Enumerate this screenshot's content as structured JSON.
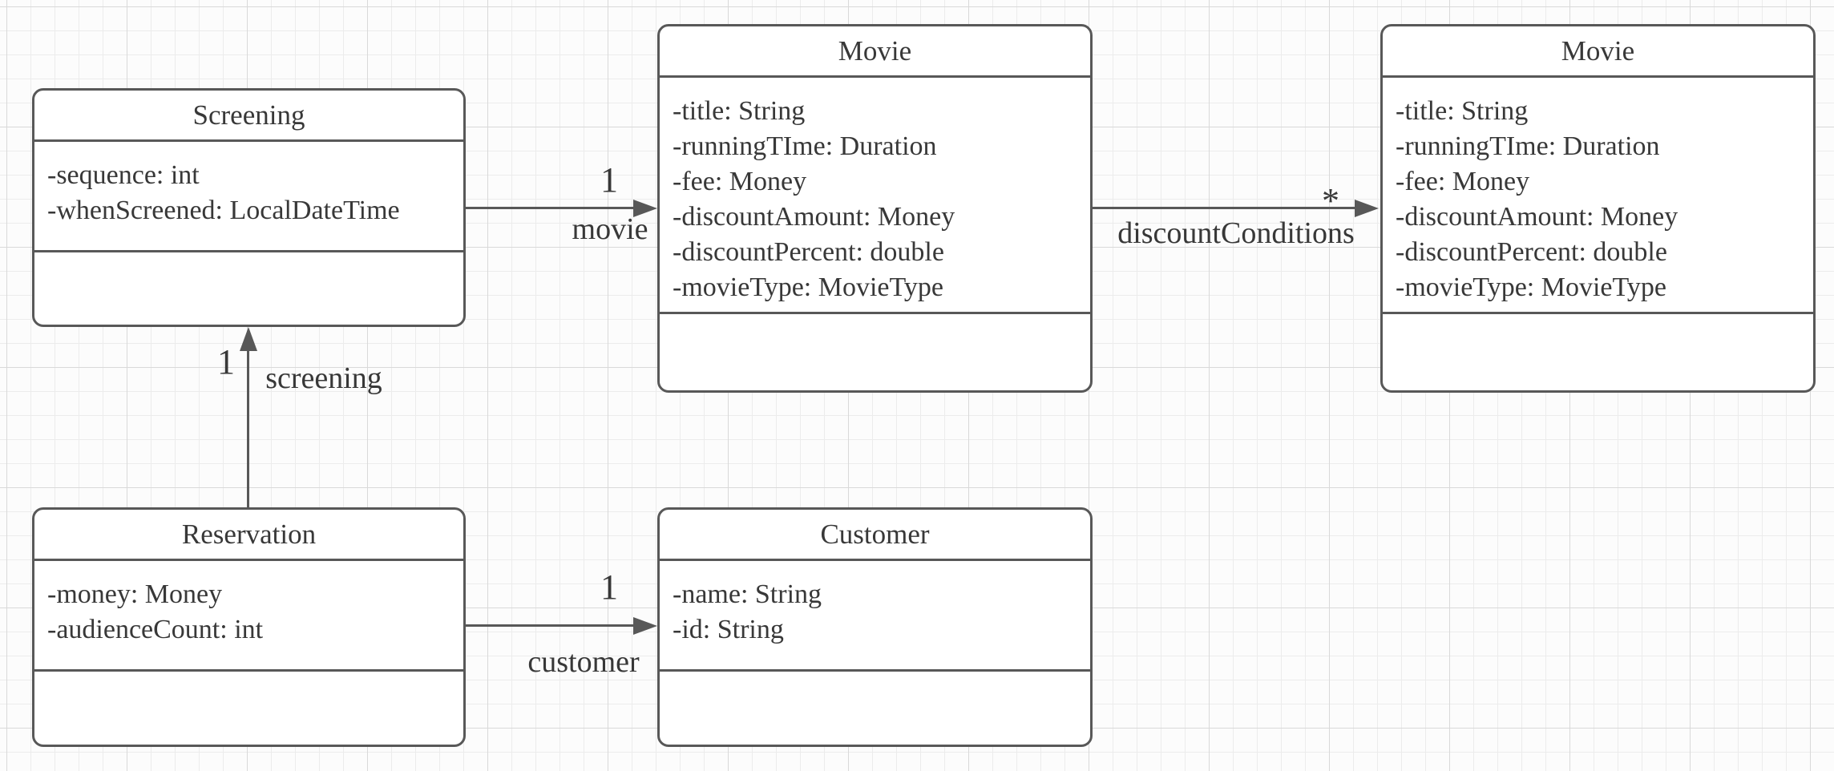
{
  "diagram": {
    "classes": [
      {
        "name": "Screening",
        "attributes": [
          "-sequence: int",
          "-whenScreened: LocalDateTime"
        ],
        "methods": []
      },
      {
        "name": "Movie",
        "attributes": [
          "-title: String",
          "-runningTIme: Duration",
          "-fee: Money",
          "-discountAmount: Money",
          "-discountPercent: double",
          "-movieType: MovieType"
        ],
        "methods": []
      },
      {
        "name": "Movie",
        "attributes": [
          "-title: String",
          "-runningTIme: Duration",
          "-fee: Money",
          "-discountAmount: Money",
          "-discountPercent: double",
          "-movieType: MovieType"
        ],
        "methods": []
      },
      {
        "name": "Reservation",
        "attributes": [
          "-money: Money",
          "-audienceCount: int"
        ],
        "methods": []
      },
      {
        "name": "Customer",
        "attributes": [
          "-name: String",
          "-id: String"
        ],
        "methods": []
      }
    ],
    "edges": [
      {
        "label": "movie",
        "multiplicity": "1"
      },
      {
        "label": "discountConditions",
        "multiplicity": "*"
      },
      {
        "label": "screening",
        "multiplicity": "1"
      },
      {
        "label": "customer",
        "multiplicity": "1"
      }
    ],
    "colors": {
      "stroke": "#585858",
      "text": "#383838",
      "fill": "#ffffff",
      "background": "#fcfcfc",
      "grid_minor": "#ececec",
      "grid_major": "#d9d9d9"
    }
  }
}
